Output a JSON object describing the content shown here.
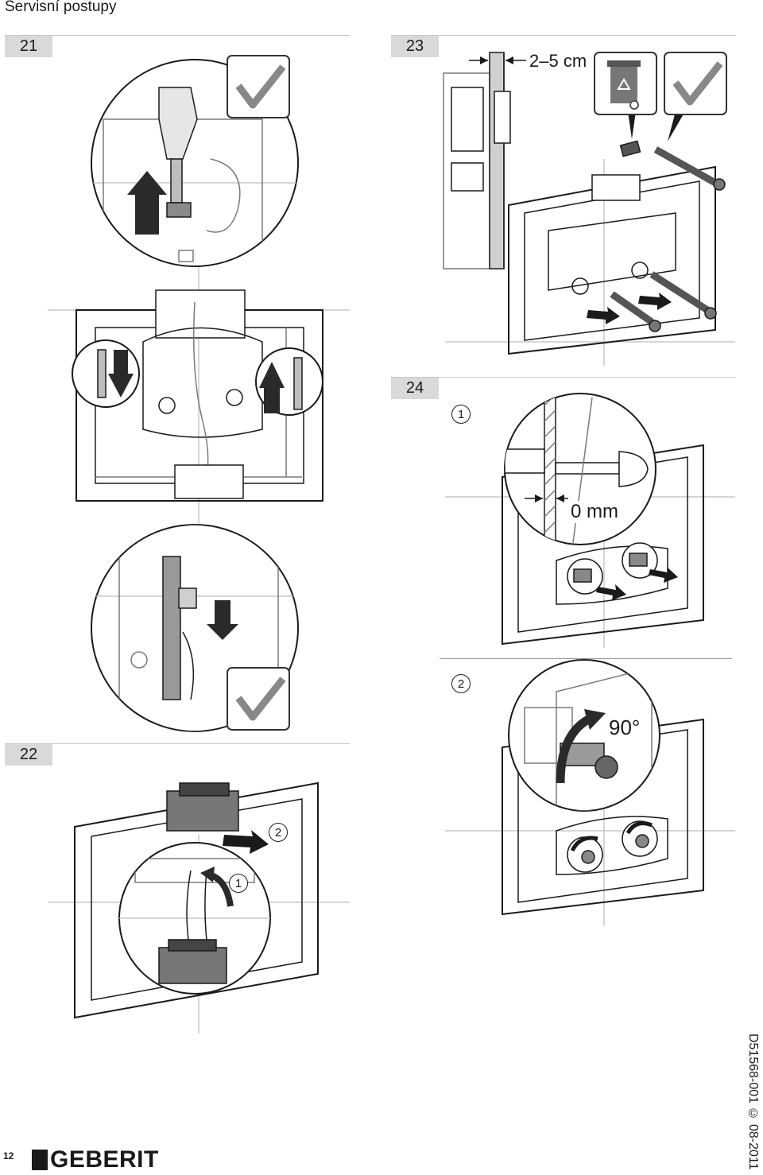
{
  "header": {
    "title": "Servisní postupy"
  },
  "steps": {
    "s21": "21",
    "s22": "22",
    "s23": "23",
    "s24": "24"
  },
  "callouts": {
    "sub1": "1",
    "sub2": "2",
    "c22_1": "1",
    "c22_2": "2"
  },
  "dimensions": {
    "gap": "2–5 cm",
    "zero": "0 mm",
    "rotation": "90°"
  },
  "footer": {
    "page_number": "12",
    "brand": "GEBERIT",
    "document_ref": "D51568-001 © 08-2011"
  },
  "icons": [
    "check-icon",
    "recycle-bin-icon",
    "arrow-up-icon",
    "arrow-down-icon",
    "rotate-arrow-icon"
  ],
  "colors": {
    "badge": "#d9d9d9",
    "line": "#1a1a1a",
    "mid_gray": "#7a7a7a",
    "light_gray": "#c8c8c8"
  }
}
